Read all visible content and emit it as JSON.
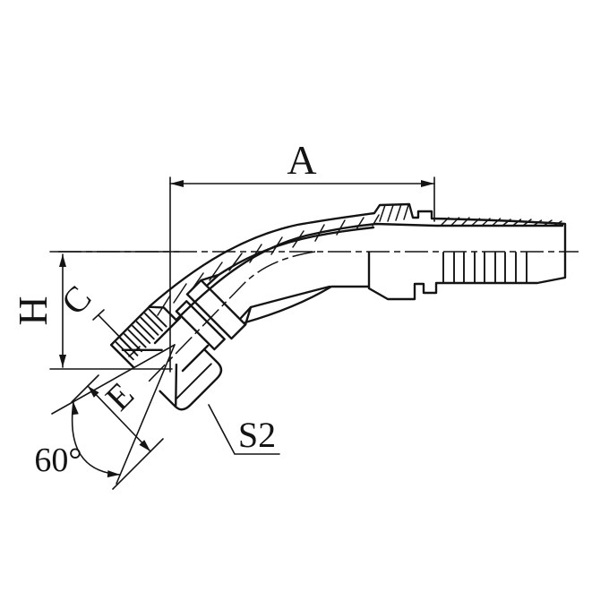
{
  "page": {
    "background": "#ffffff",
    "title": "45 degree elbow hose fitting dimensional drawing"
  },
  "drawing": {
    "type": "technical-line-drawing",
    "line_color": "#141414",
    "labels": {
      "overall_length": "A",
      "drop_height": "H",
      "thread_dim": "C",
      "cone_dim": "E",
      "hex_across_flats": "S2",
      "seat_angle": "60°"
    }
  }
}
